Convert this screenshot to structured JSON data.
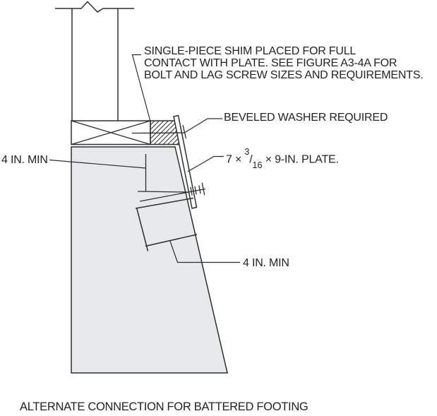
{
  "colors": {
    "line": "#2e2e30",
    "footing_fill": "#e8e9ea",
    "background": "#ffffff",
    "text": "#232323"
  },
  "labels": {
    "shim_note": "SINGLE-PIECE SHIM PLACED FOR FULL\nCONTACT WITH PLATE. SEE FIGURE A3-4A FOR\nBOLT AND LAG SCREW SIZES AND REQUIREMENTS.",
    "beveled_washer": "BEVELED WASHER REQUIRED",
    "plate": {
      "p1": "7 × ",
      "sup": "3",
      "slash": "/",
      "sub": "16",
      "p2": " × 9-IN. PLATE."
    },
    "dim_upper": "4 IN. MIN",
    "dim_lower": "4 IN. MIN",
    "caption": "ALTERNATE CONNECTION FOR BATTERED FOOTING"
  }
}
